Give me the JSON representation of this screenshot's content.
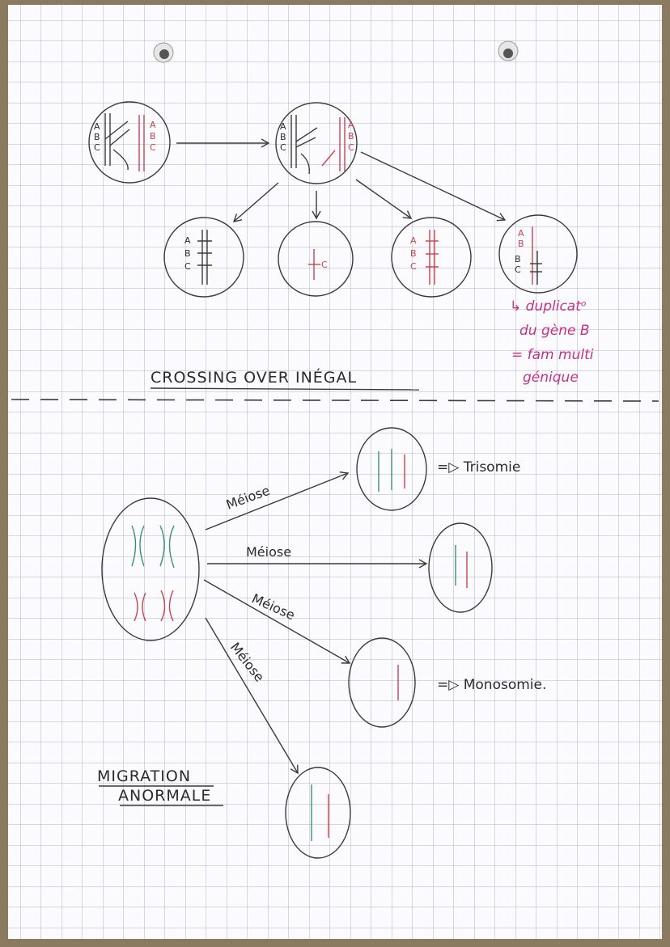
{
  "crossing": {
    "title": "CROSSING OVER INÉGAL",
    "note_lines": [
      "↳ duplicatᵒ",
      "du gène B",
      "= fam multi",
      "génique"
    ],
    "gene_a": "A",
    "gene_b": "B",
    "gene_c": "C"
  },
  "migration": {
    "title_line1": "MIGRATION",
    "title_line2": "ANORMALE",
    "meiose_label": "Méiose",
    "result_trisomie": "=▷ Trisomie",
    "result_monosomie": "=▷ Monosomie."
  },
  "colors": {
    "pencil": "#3a3a3a",
    "red": "#c8434f",
    "green": "#3f8f72",
    "pink": "#c2318a",
    "grid": "#aeb4c6"
  }
}
